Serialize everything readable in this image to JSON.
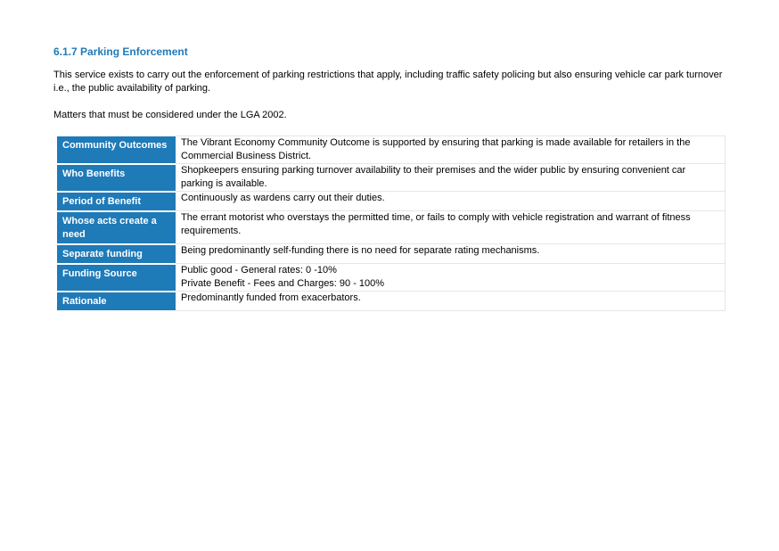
{
  "heading": "6.1.7 Parking Enforcement",
  "intro": "This service exists to carry out the enforcement of parking restrictions that apply, including traffic safety policing but also ensuring vehicle car park turnover i.e., the public availability of parking.",
  "matters": "Matters that must be considered under the LGA 2002.",
  "table": {
    "rows": [
      {
        "label": "Community Outcomes",
        "value": "The Vibrant Economy Community Outcome is supported by ensuring that parking is made available for retailers in the Commercial Business District."
      },
      {
        "label": "Who Benefits",
        "value": "Shopkeepers ensuring parking turnover availability to their premises and the wider public by ensuring convenient car parking is available."
      },
      {
        "label": "Period of Benefit",
        "value": "Continuously as wardens carry out their duties."
      },
      {
        "label": "Whose acts create a need",
        "value": "The errant motorist who overstays the permitted time, or fails to comply with vehicle registration and warrant of fitness requirements."
      },
      {
        "label": "Separate funding",
        "value": "Being predominantly self-funding there is no need for separate rating mechanisms."
      },
      {
        "label": "Funding Source",
        "value_line1": "Public good - General rates: 0 -10%",
        "value_line2": "Private Benefit - Fees and Charges: 90 - 100%"
      },
      {
        "label": "Rationale",
        "value": "Predominantly funded from exacerbators."
      }
    ]
  },
  "colors": {
    "accent": "#1f7ab8",
    "header_text": "#ffffff"
  }
}
